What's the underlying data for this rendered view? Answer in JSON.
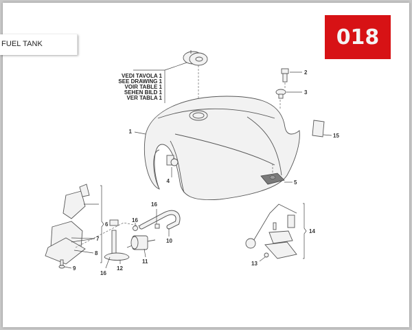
{
  "header": {
    "section_title": "FUEL TANK",
    "table_number": "018",
    "badge_color": "#d71215"
  },
  "diagram": {
    "reference_note": [
      "VEDI TAVOLA 1",
      "SEE DRAWING 1",
      "VOIR TABLE 1",
      "SEHEN BILD 1",
      "VER TABLA 1"
    ],
    "callouts": [
      {
        "id": "1",
        "label": "1",
        "part": "fuel tank"
      },
      {
        "id": "2",
        "label": "2",
        "part": "screw"
      },
      {
        "id": "3",
        "label": "3",
        "part": "washer / bushing"
      },
      {
        "id": "4",
        "label": "4",
        "part": "fuel outlet fitting"
      },
      {
        "id": "5",
        "label": "5",
        "part": "rubber pad"
      },
      {
        "id": "6",
        "label": "6",
        "part": "fuel pump assembly"
      },
      {
        "id": "7",
        "label": "7",
        "part": "gasket"
      },
      {
        "id": "8",
        "label": "8",
        "part": "flange"
      },
      {
        "id": "9",
        "label": "9",
        "part": "screw"
      },
      {
        "id": "10",
        "label": "10",
        "part": "fuel hose"
      },
      {
        "id": "11",
        "label": "11",
        "part": "fuel filter"
      },
      {
        "id": "12",
        "label": "12",
        "part": "bracket"
      },
      {
        "id": "13",
        "label": "13",
        "part": "nut"
      },
      {
        "id": "14",
        "label": "14",
        "part": "fuel level sensor assembly"
      },
      {
        "id": "15",
        "label": "15",
        "part": "adhesive label"
      },
      {
        "id": "16a",
        "label": "16",
        "part": "hose clamp"
      },
      {
        "id": "16b",
        "label": "16",
        "part": "hose clamp"
      },
      {
        "id": "16c",
        "label": "16",
        "part": "hose clamp"
      }
    ]
  }
}
